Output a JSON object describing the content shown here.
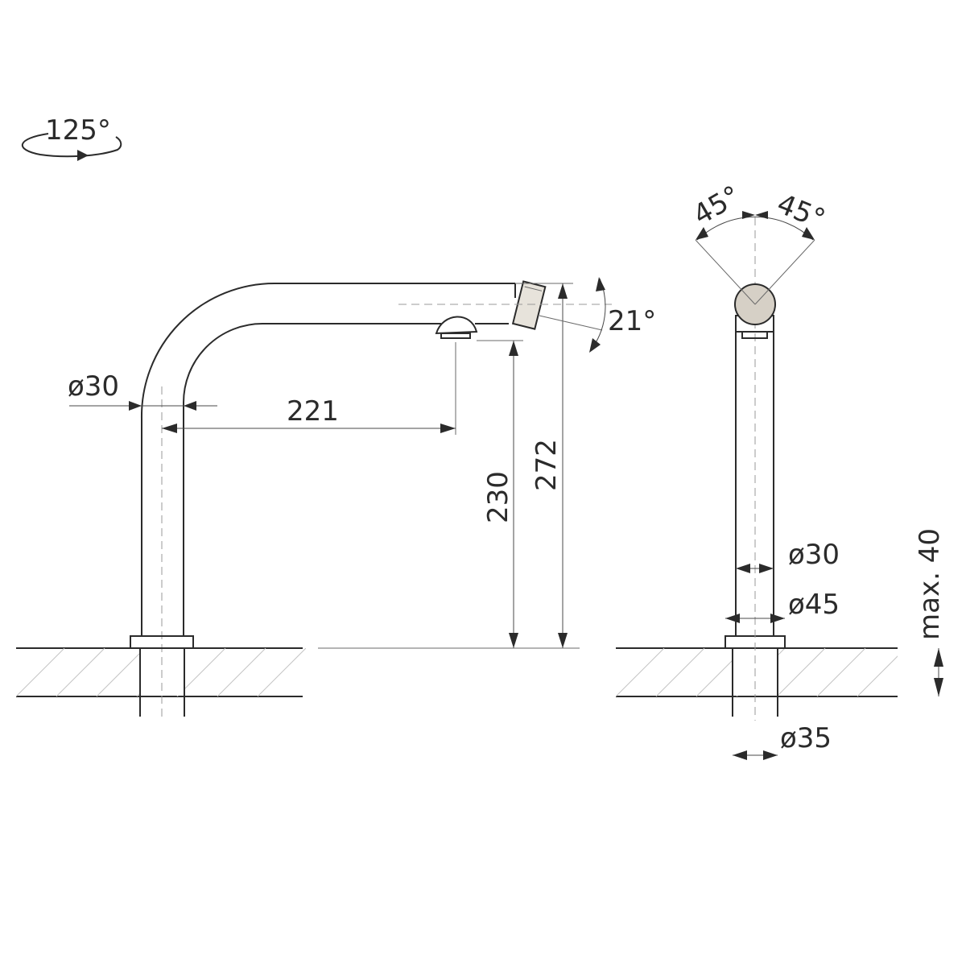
{
  "rotation": {
    "label": "125°"
  },
  "side_view": {
    "dims": {
      "diameter_label": "ø30",
      "reach_label": "221",
      "outlet_height_label": "230",
      "total_height_label": "272",
      "tilt_label": "21°"
    }
  },
  "front_view": {
    "dims": {
      "swivel_left_label": "45°",
      "swivel_right_label": "45°",
      "pipe_diameter_label": "ø30",
      "base_diameter_label": "ø45",
      "shank_diameter_label": "ø35",
      "max_thickness_label": "max. 40"
    }
  },
  "colors": {
    "line": "#2b2b2b",
    "spray_head_fill": "#e7e3db",
    "button_fill": "#d6d0c6",
    "hatch": "#c4c4c4"
  }
}
